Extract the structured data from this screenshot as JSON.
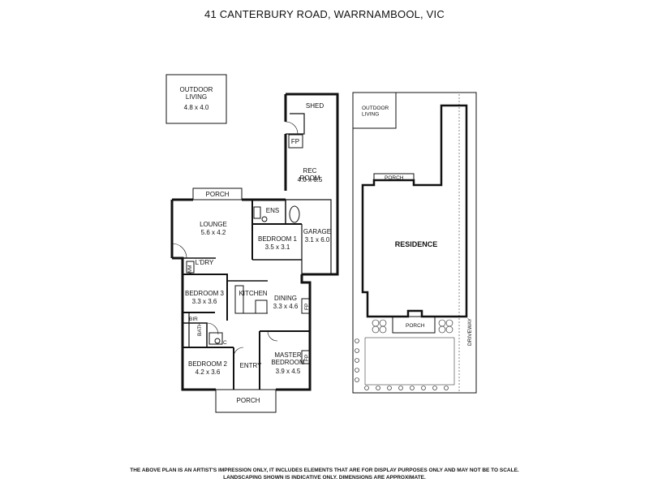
{
  "title": "41 CANTERBURY ROAD, WARRNAMBOOL, VIC",
  "floor_plan": {
    "outdoor_living": {
      "name": "OUTDOOR\nLIVING",
      "size": "4.8 x 4.0"
    },
    "shed": {
      "name": "SHED"
    },
    "fp": {
      "name": "FP"
    },
    "rec_room": {
      "name": "REC\nROOM",
      "size": "4.0 x 6.5"
    },
    "porch_back": {
      "name": "PORCH"
    },
    "ens": {
      "name": "ENS"
    },
    "lounge": {
      "name": "LOUNGE",
      "size": "5.6 x 4.2"
    },
    "bedroom1": {
      "name": "BEDROOM 1",
      "size": "3.5 x 3.1"
    },
    "garage": {
      "name": "GARAGE",
      "size": "3.1 x 6.0"
    },
    "ldry": {
      "name": "L'DRY"
    },
    "wm": {
      "name": "WM"
    },
    "bedroom3": {
      "name": "BEDROOM 3",
      "size": "3.3 x 3.6"
    },
    "kitchen": {
      "name": "KITCHEN"
    },
    "dining": {
      "name": "DINING",
      "size": "3.3 x 4.6"
    },
    "fp_dining": {
      "name": "FP"
    },
    "bir": {
      "name": "BIR"
    },
    "bath": {
      "name": "BATH"
    },
    "c": {
      "name": "C"
    },
    "bedroom2": {
      "name": "BEDROOM 2",
      "size": "4.2 x 3.6"
    },
    "entry": {
      "name": "ENTRY"
    },
    "master": {
      "name": "MASTER\nBEDROOM",
      "size": "3.9 x 4.5"
    },
    "fp_master": {
      "name": "FP"
    },
    "porch_front": {
      "name": "PORCH"
    }
  },
  "site_plan": {
    "outdoor_living": {
      "name": "OUTDOOR\nLIVING"
    },
    "porch_rear": {
      "name": "PORCH"
    },
    "residence": {
      "name": "RESIDENCE"
    },
    "porch_front": {
      "name": "PORCH"
    },
    "driveway": {
      "name": "DRIVEWAY"
    }
  },
  "disclaimer": {
    "line1": "THE ABOVE PLAN IS AN ARTIST'S IMPRESSION ONLY, IT INCLUDES ELEMENTS THAT ARE FOR DISPLAY PURPOSES ONLY AND MAY NOT BE TO SCALE.",
    "line2": "LANDSCAPING SHOWN IS INDICATIVE ONLY. DIMENSIONS ARE APPROXIMATE."
  }
}
